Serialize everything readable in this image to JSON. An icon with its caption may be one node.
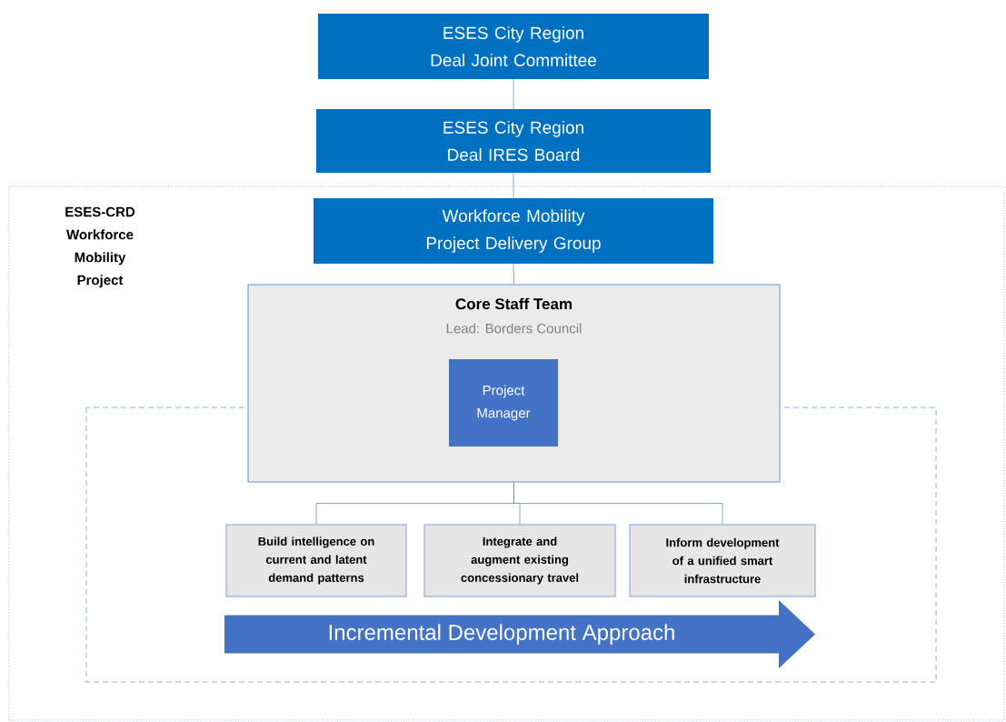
{
  "diagram": {
    "nodes": [
      {
        "text": [
          "ESES City Region Deal Joint Committee"
        ]
      },
      {
        "text": [
          "ESES City Region Deal IRES Board"
        ]
      },
      {
        "text": [
          "ESES-CRD Workforce Mobility Project"
        ]
      },
      {
        "text": [
          "Workforce Mobility Project Delivery Group"
        ],
        "in": 2
      },
      {
        "text": [
          "Core Staff Team",
          "Lead: Borders Council"
        ],
        "in": 2
      },
      {
        "text": [
          "Project Manager"
        ],
        "in": 4
      },
      {
        "text": [
          "Build intelligence on current and latent demand patterns"
        ],
        "in": 2
      },
      {
        "text": [
          "Integrate and augment existing concessionary travel"
        ],
        "in": 2
      },
      {
        "text": [
          "Inform development of a unified smart infrastructure"
        ],
        "in": 2
      },
      {
        "text": [
          "Incremental Development Approach"
        ],
        "in": 2
      }
    ],
    "edges": [
      {
        "from": 0,
        "to": 1,
        "arrow": "none"
      },
      {
        "from": 1,
        "to": 3,
        "arrow": "none"
      },
      {
        "from": 3,
        "to": 4,
        "arrow": "none"
      },
      {
        "from": 4,
        "to": 6,
        "arrow": "none"
      },
      {
        "from": 4,
        "to": 7,
        "arrow": "none"
      },
      {
        "from": 4,
        "to": 8,
        "arrow": "none"
      }
    ]
  }
}
